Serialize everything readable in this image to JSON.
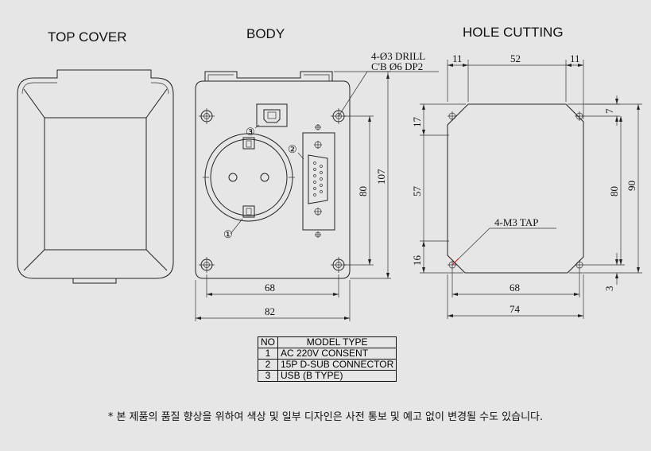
{
  "titles": {
    "top_cover": "TOP COVER",
    "body": "BODY",
    "hole_cutting": "HOLE CUTTING"
  },
  "body_dims": {
    "drill_note_line1": "4-Ø3 DRILL",
    "drill_note_line2": "C'B Ø6 DP2",
    "width_inner": "68",
    "width_outer": "82",
    "height_inner": "80",
    "height_outer": "107"
  },
  "body_callouts": {
    "c1": "①",
    "c2": "②",
    "c3": "③"
  },
  "hole_dims": {
    "top_left": "11",
    "top_mid": "52",
    "top_right": "11",
    "left_top": "17",
    "left_mid": "57",
    "left_bottom": "16",
    "right_top": "7",
    "right_inner": "80",
    "right_outer": "90",
    "right_bottom": "3",
    "bottom_inner": "68",
    "bottom_outer": "74",
    "tap_note": "4-M3 TAP"
  },
  "model_table": {
    "headers": [
      "NO",
      "MODEL TYPE"
    ],
    "rows": [
      [
        "1",
        "AC 220V CONSENT"
      ],
      [
        "2",
        "15P D-SUB CONNECTOR"
      ],
      [
        "3",
        "USB (B TYPE)"
      ]
    ]
  },
  "footnote": "* 본 제품의 품질 향상을 위하여 색상 및 일부 디자인은 사전 통보 및 예고 없이 변경될 수도 있습니다."
}
